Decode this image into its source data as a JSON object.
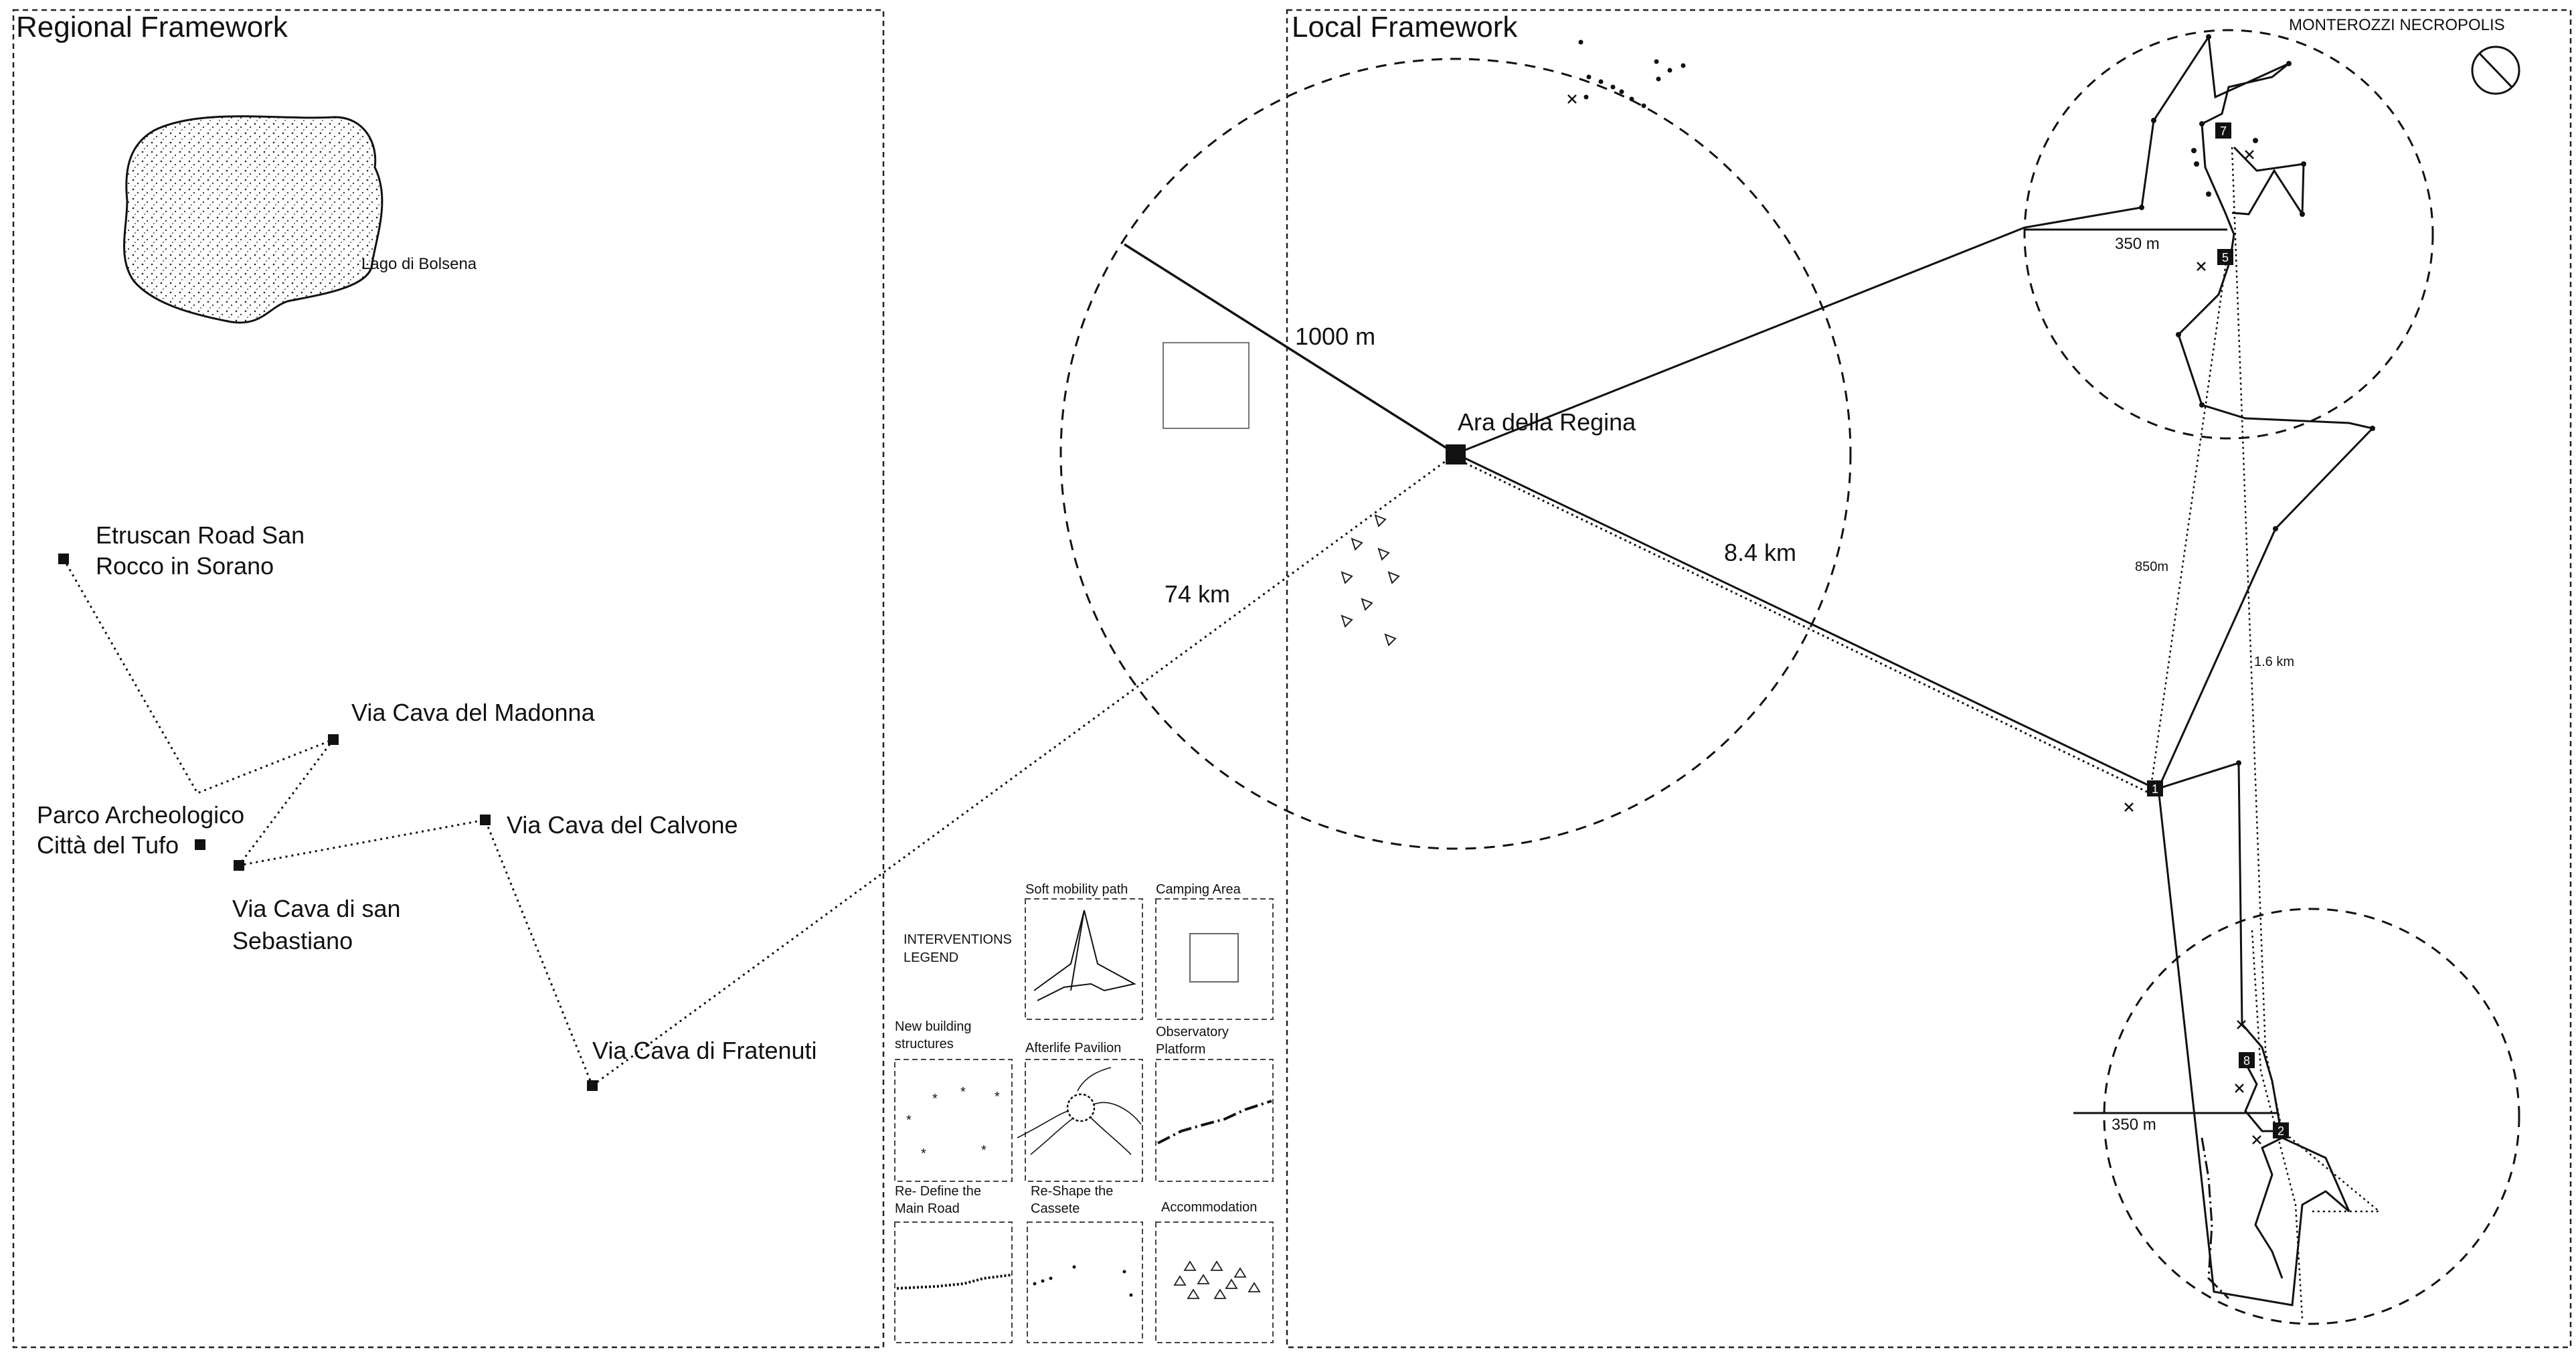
{
  "regional": {
    "title": "Regional Framework",
    "lake": "Lago di Bolsena",
    "places": {
      "etruscan_1": "Etruscan Road San",
      "etruscan_2": "Rocco in Sorano",
      "madonna": "Via Cava del Madonna",
      "parco_1": "Parco Archeologico",
      "parco_2": "Città del Tufo",
      "sebastiano_1": "Via Cava di san",
      "sebastiano_2": "Sebastiano",
      "calvone": "Via Cava del Calvone",
      "fratenuti": "Via Cava di  Fratenuti"
    }
  },
  "local": {
    "title": "Local Framework",
    "site_title": "MONTEROZZI NECROPOLIS",
    "ara": "Ara della Regina",
    "distances": {
      "r1000": "1000 m",
      "d84": "8.4 km",
      "d74": "74 km",
      "d350a": "350 m",
      "d350b": "350 m",
      "d850": "850m",
      "d16": "1.6 km"
    },
    "markers": [
      "1",
      "2",
      "5",
      "7",
      "8"
    ]
  },
  "legend": {
    "title_1": "INTERVENTIONS",
    "title_2": "LEGEND",
    "items": {
      "soft": "Soft mobility path",
      "camping": "Camping Area",
      "newbuild_1": "New building",
      "newbuild_2": "structures",
      "afterlife": "Afterlife Pavilion",
      "observ_1": "Observatory",
      "observ_2": "Platform",
      "redefine_1": "Re- Define the",
      "redefine_2": "Main Road",
      "reshape_1": "Re-Shape the",
      "reshape_2": "Cassete",
      "accommodation": "Accommodation"
    }
  }
}
